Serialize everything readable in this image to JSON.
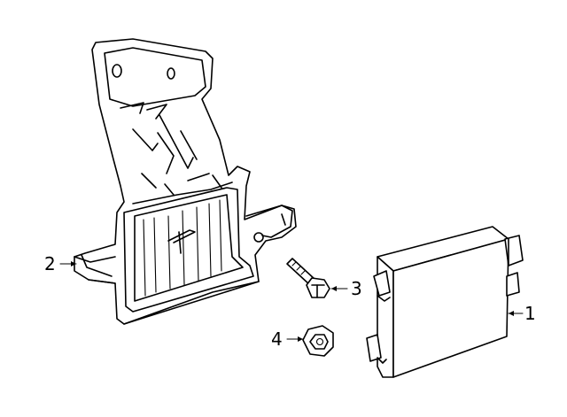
{
  "diagram": {
    "callouts": [
      {
        "id": "1",
        "text": "1"
      },
      {
        "id": "2",
        "text": "2"
      },
      {
        "id": "3",
        "text": "3"
      },
      {
        "id": "4",
        "text": "4"
      }
    ],
    "parts": [
      {
        "callout": "1",
        "icon": "control-module-icon"
      },
      {
        "callout": "2",
        "icon": "mounting-bracket-icon"
      },
      {
        "callout": "3",
        "icon": "bolt-icon"
      },
      {
        "callout": "4",
        "icon": "nut-icon"
      }
    ]
  }
}
